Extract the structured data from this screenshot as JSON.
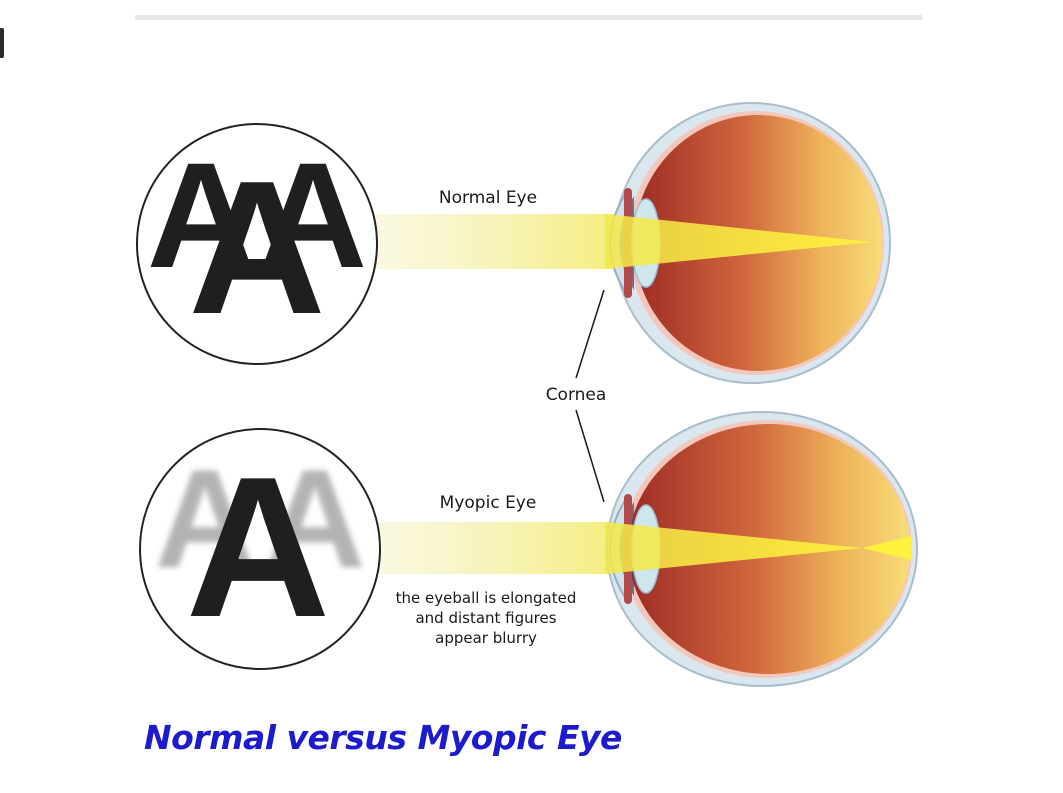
{
  "normal": {
    "label": "Normal Eye",
    "letters": [
      "A",
      "A",
      "A"
    ]
  },
  "myopic": {
    "label": "Myopic Eye",
    "letters": [
      "A",
      "A",
      "A"
    ],
    "note_lines": [
      "the eyeball is elongated",
      "and distant figures",
      "appear blurry"
    ]
  },
  "cornea_label": "Cornea",
  "caption": "Normal versus Myopic Eye",
  "colors": {
    "caption": "#1c1ccc",
    "beam": "#f2e63a",
    "eye_red": "#9e2a25",
    "eye_yellow": "#f8dc78",
    "blur_letters": "#b3b3b3"
  }
}
